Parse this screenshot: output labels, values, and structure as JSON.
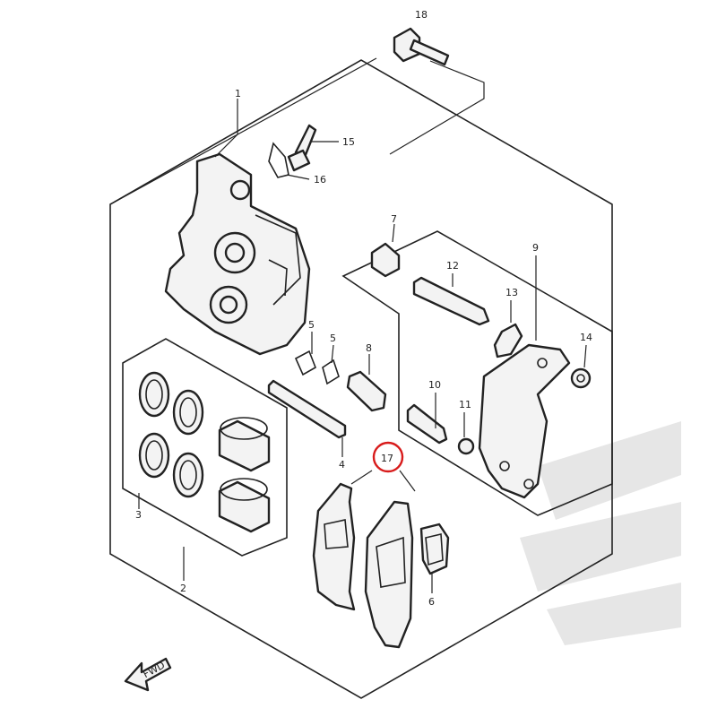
{
  "diagram": {
    "callouts": [
      {
        "id": "c1",
        "label": "1"
      },
      {
        "id": "c2",
        "label": "2"
      },
      {
        "id": "c3",
        "label": "3"
      },
      {
        "id": "c4",
        "label": "4"
      },
      {
        "id": "c5a",
        "label": "5"
      },
      {
        "id": "c5b",
        "label": "5"
      },
      {
        "id": "c6",
        "label": "6"
      },
      {
        "id": "c7",
        "label": "7"
      },
      {
        "id": "c8",
        "label": "8"
      },
      {
        "id": "c9",
        "label": "9"
      },
      {
        "id": "c10",
        "label": "10"
      },
      {
        "id": "c11",
        "label": "11"
      },
      {
        "id": "c12",
        "label": "12"
      },
      {
        "id": "c13",
        "label": "13"
      },
      {
        "id": "c14",
        "label": "14"
      },
      {
        "id": "c15",
        "label": "15"
      },
      {
        "id": "c16",
        "label": "16"
      },
      {
        "id": "c17",
        "label": "17",
        "highlighted": true
      },
      {
        "id": "c18",
        "label": "18"
      }
    ],
    "direction_label": "FWD",
    "highlight_color": "#d81b1b",
    "line_color": "#222222"
  }
}
